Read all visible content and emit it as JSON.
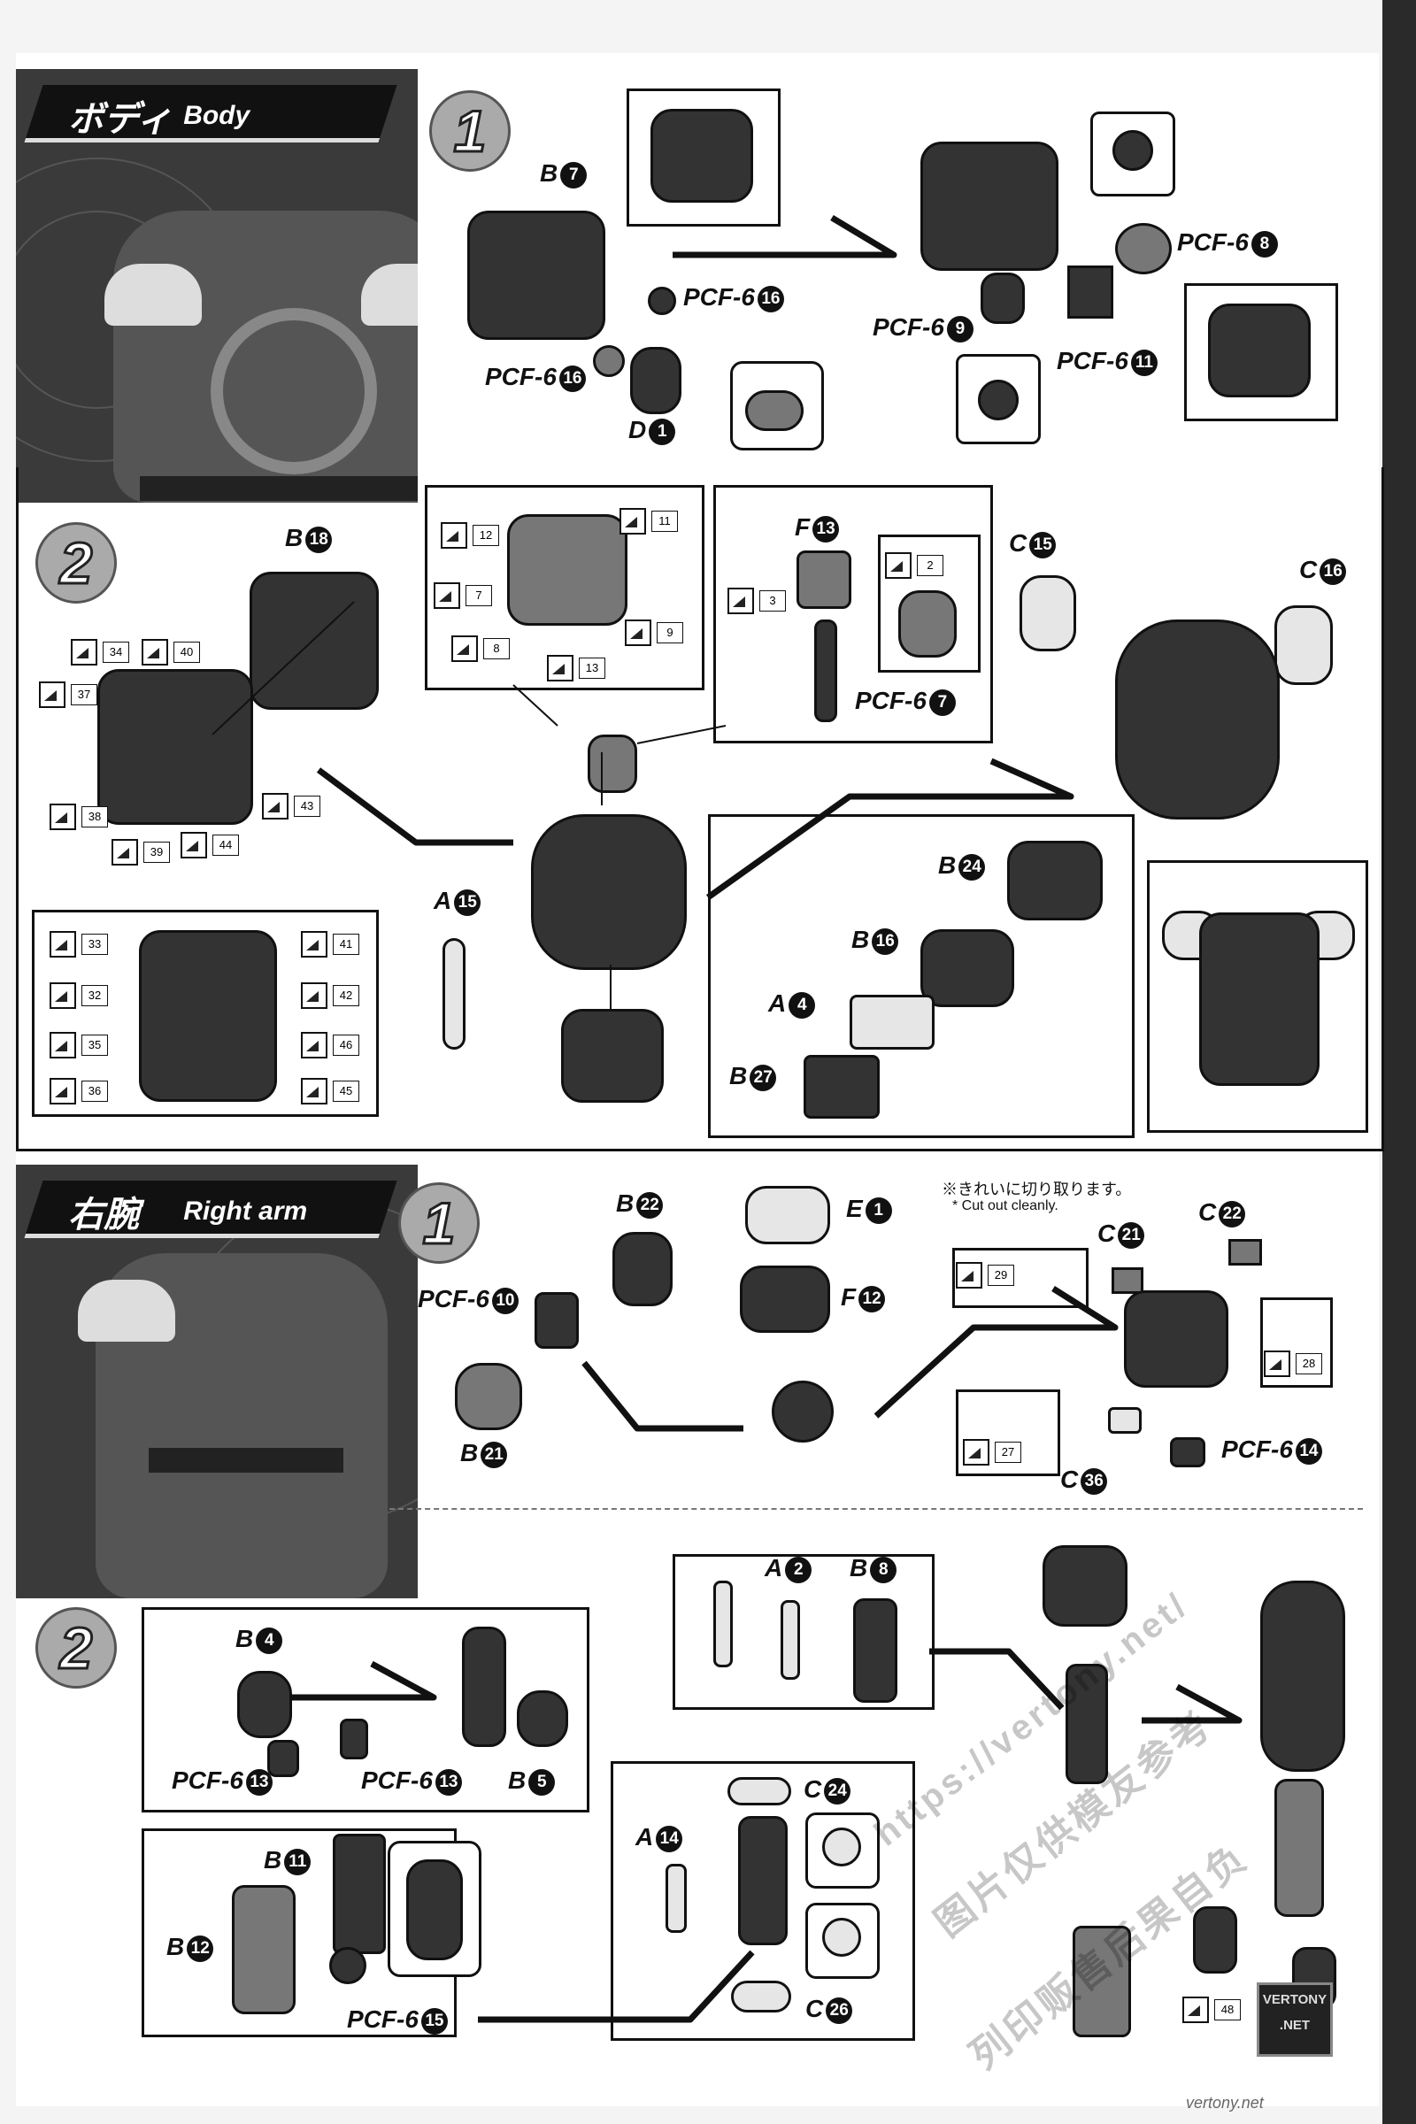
{
  "sections": {
    "body": {
      "title_jp": "ボディ",
      "title_en": "Body",
      "step1": {
        "number": "1",
        "labels": {
          "b7": {
            "text": "B",
            "num": "7"
          },
          "pcf16a": {
            "text": "PCF-6",
            "num": "16"
          },
          "pcf16b": {
            "text": "PCF-6",
            "num": "16"
          },
          "d1": {
            "text": "D",
            "num": "1"
          },
          "pcf8": {
            "text": "PCF-6",
            "num": "8"
          },
          "pcf9": {
            "text": "PCF-6",
            "num": "9"
          },
          "pcf11": {
            "text": "PCF-6",
            "num": "11"
          }
        }
      },
      "step2": {
        "number": "2",
        "labels": {
          "b18": {
            "text": "B",
            "num": "18"
          },
          "a15": {
            "text": "A",
            "num": "15"
          },
          "f13": {
            "text": "F",
            "num": "13"
          },
          "pcf7": {
            "text": "PCF-6",
            "num": "7"
          },
          "c15": {
            "text": "C",
            "num": "15"
          },
          "c16": {
            "text": "C",
            "num": "16"
          },
          "b24": {
            "text": "B",
            "num": "24"
          },
          "b16": {
            "text": "B",
            "num": "16"
          },
          "a4": {
            "text": "A",
            "num": "4"
          },
          "b27": {
            "text": "B",
            "num": "27"
          }
        },
        "tags_left": [
          "34",
          "40",
          "37",
          "38",
          "39",
          "44",
          "43"
        ],
        "tags_box": [
          "33",
          "41",
          "32",
          "42",
          "35",
          "46",
          "36",
          "45"
        ],
        "tags_torso": [
          "12",
          "11",
          "7",
          "8",
          "9",
          "13"
        ],
        "tags_f": [
          "2",
          "3"
        ]
      }
    },
    "right_arm": {
      "title_jp": "右腕",
      "title_en": "Right arm",
      "note_jp": "※きれいに切り取ります。",
      "note_en": "* Cut out cleanly.",
      "step1": {
        "number": "1",
        "labels": {
          "b22": {
            "text": "B",
            "num": "22"
          },
          "pcf10": {
            "text": "PCF-6",
            "num": "10"
          },
          "b21": {
            "text": "B",
            "num": "21"
          },
          "e1": {
            "text": "E",
            "num": "1"
          },
          "f12": {
            "text": "F",
            "num": "12"
          },
          "c21": {
            "text": "C",
            "num": "21"
          },
          "c22": {
            "text": "C",
            "num": "22"
          },
          "c36": {
            "text": "C",
            "num": "36"
          },
          "pcf14": {
            "text": "PCF-6",
            "num": "14"
          }
        },
        "tags": [
          "29",
          "28",
          "27"
        ]
      },
      "step2": {
        "number": "2",
        "labels": {
          "b4": {
            "text": "B",
            "num": "4"
          },
          "pcf13a": {
            "text": "PCF-6",
            "num": "13"
          },
          "pcf13b": {
            "text": "PCF-6",
            "num": "13"
          },
          "b5": {
            "text": "B",
            "num": "5"
          },
          "a2": {
            "text": "A",
            "num": "2"
          },
          "b8": {
            "text": "B",
            "num": "8"
          },
          "a14": {
            "text": "A",
            "num": "14"
          },
          "c24": {
            "text": "C",
            "num": "24"
          },
          "c26": {
            "text": "C",
            "num": "26"
          },
          "b11": {
            "text": "B",
            "num": "11"
          },
          "b12": {
            "text": "B",
            "num": "12"
          },
          "pcf15": {
            "text": "PCF-6",
            "num": "15"
          }
        },
        "tags": [
          "48"
        ]
      }
    }
  },
  "watermark": {
    "url": "https://vertony.net/",
    "cn1": "图片仅供模友参考",
    "cn2": "列印贩售后果自负"
  },
  "logo": {
    "line1": "VERTONY",
    "line2": ".NET"
  },
  "footer_site": "vertony.net"
}
